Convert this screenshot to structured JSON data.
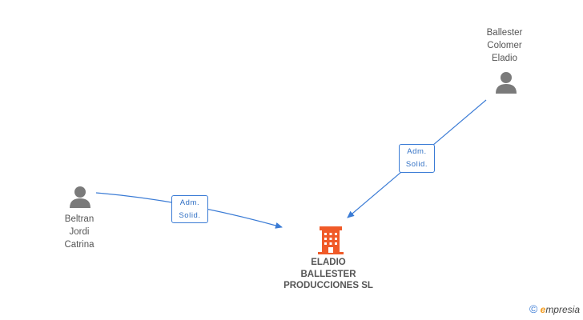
{
  "nodes": {
    "person_top_right": {
      "lines": [
        "Ballester",
        "Colomer",
        "Eladio"
      ]
    },
    "person_left": {
      "lines": [
        "Beltran",
        "Jordi",
        "Catrina"
      ]
    },
    "company": {
      "lines": [
        "ELADIO",
        "BALLESTER",
        "PRODUCCIONES SL"
      ]
    }
  },
  "edges": {
    "left_to_company": {
      "role_lines": [
        "Adm.",
        "Solid."
      ]
    },
    "right_to_company": {
      "role_lines": [
        "Adm.",
        "Solid."
      ]
    }
  },
  "brand": {
    "copyright": "©",
    "e": "e",
    "rest": "mpresia"
  },
  "colors": {
    "edge": "#3a7bd5",
    "company_icon": "#f05a28",
    "person_icon": "#7a7a7a"
  }
}
